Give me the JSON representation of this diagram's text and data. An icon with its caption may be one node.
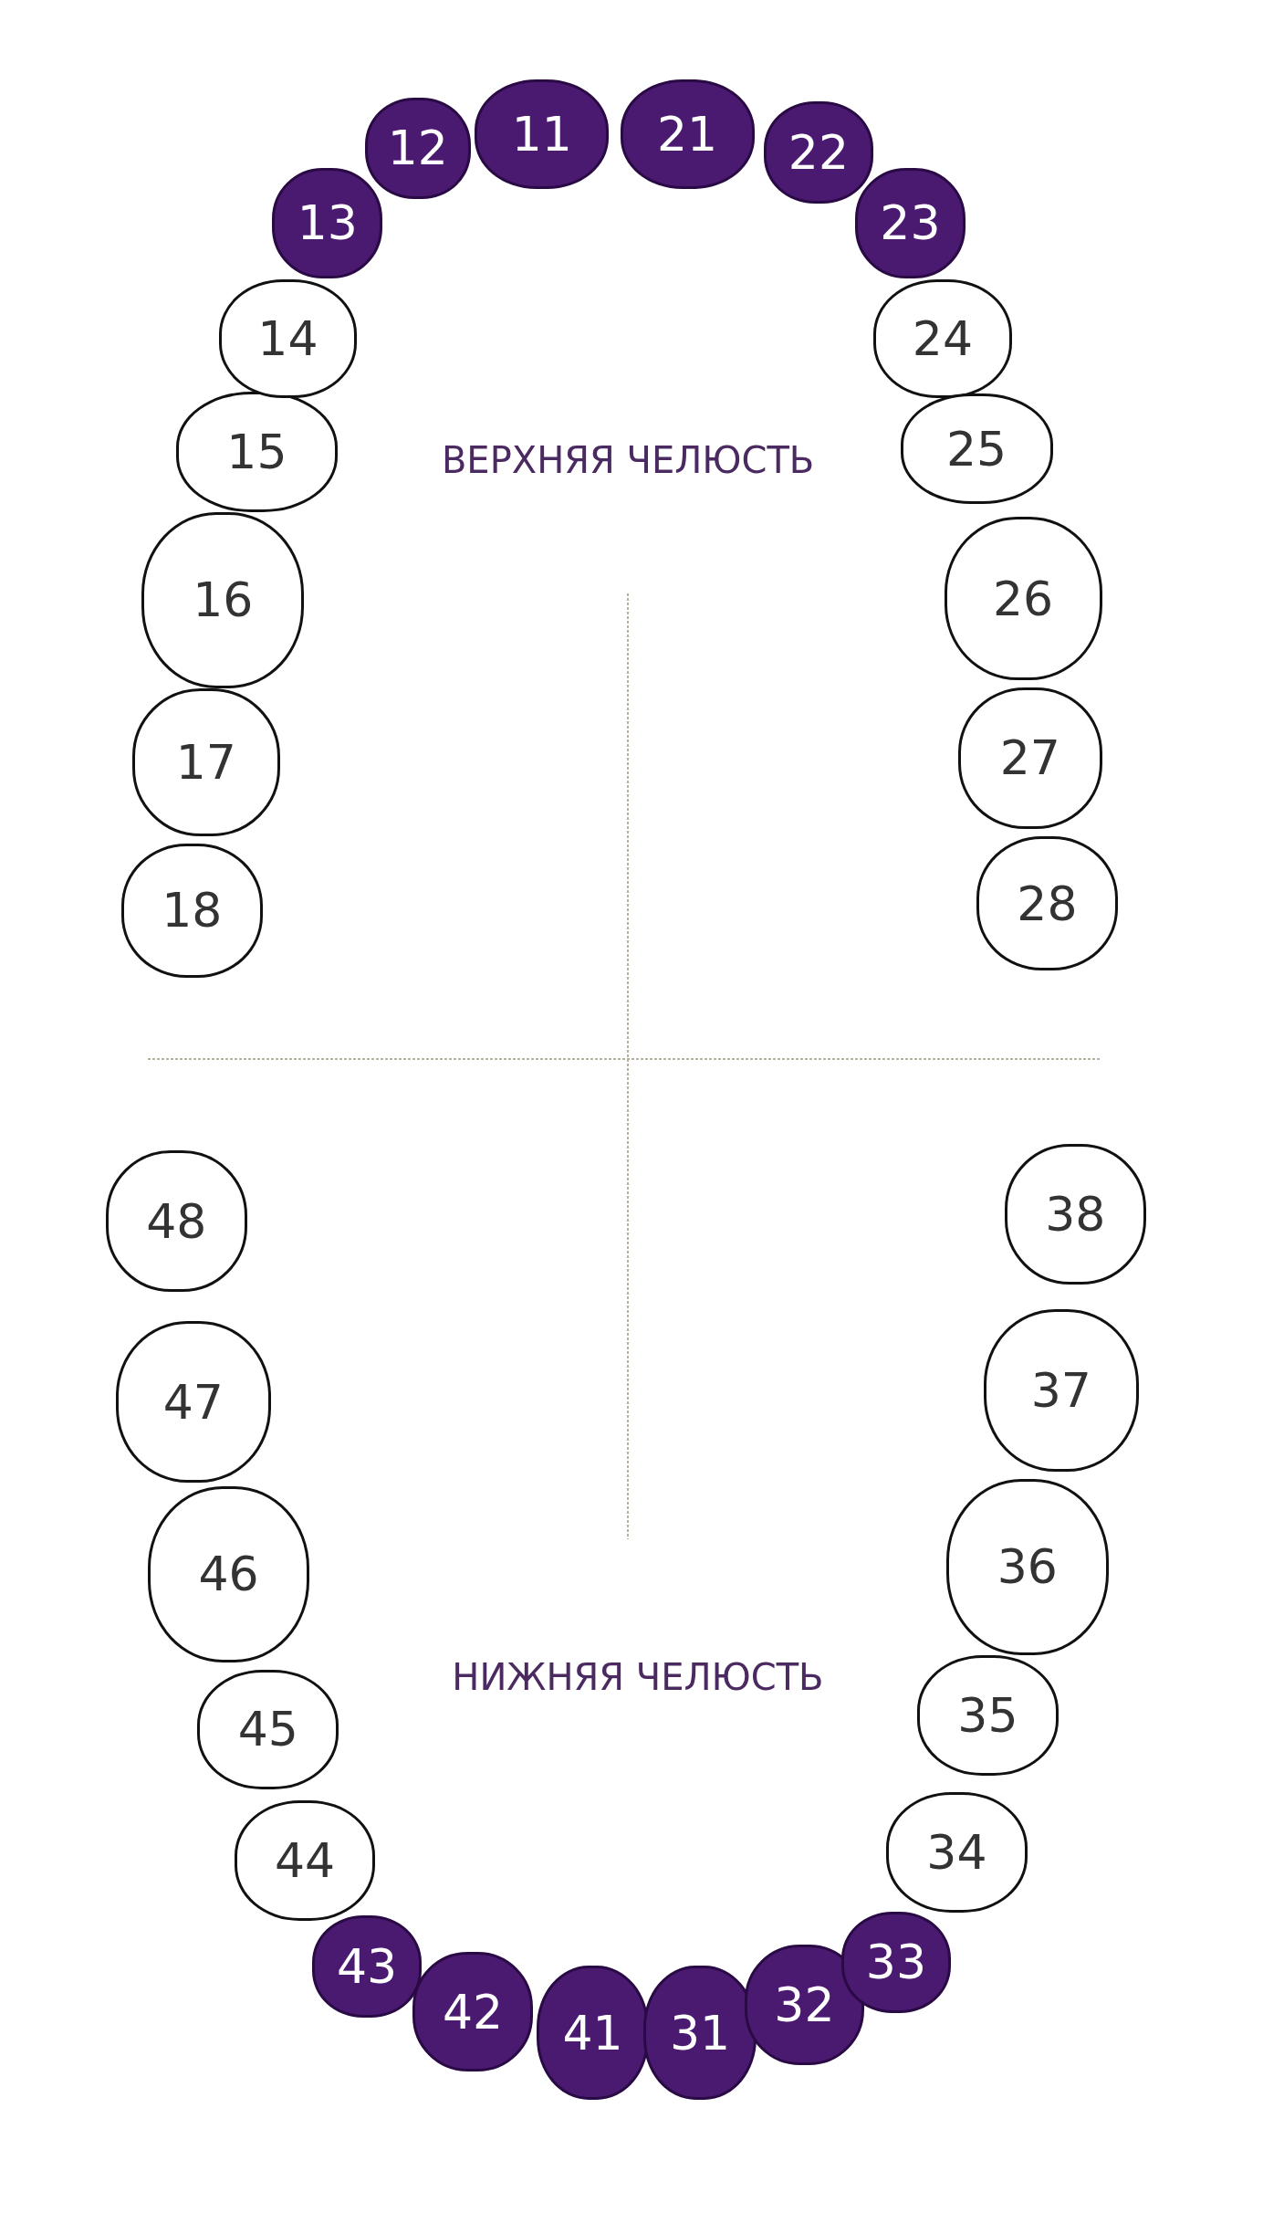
{
  "diagram": {
    "nodes": [
      {
        "text": [
          "18"
        ]
      },
      {
        "text": [
          "17"
        ]
      },
      {
        "text": [
          "16"
        ]
      },
      {
        "text": [
          "15"
        ]
      },
      {
        "text": [
          "14"
        ]
      },
      {
        "text": [
          "13"
        ]
      },
      {
        "text": [
          "12"
        ]
      },
      {
        "text": [
          "11"
        ]
      },
      {
        "text": [
          "21"
        ]
      },
      {
        "text": [
          "22"
        ]
      },
      {
        "text": [
          "23"
        ]
      },
      {
        "text": [
          "24"
        ]
      },
      {
        "text": [
          "25"
        ]
      },
      {
        "text": [
          "26"
        ]
      },
      {
        "text": [
          "27"
        ]
      },
      {
        "text": [
          "28"
        ]
      },
      {
        "text": [
          "48"
        ]
      },
      {
        "text": [
          "47"
        ]
      },
      {
        "text": [
          "46"
        ]
      },
      {
        "text": [
          "45"
        ]
      },
      {
        "text": [
          "44"
        ]
      },
      {
        "text": [
          "43"
        ]
      },
      {
        "text": [
          "42"
        ]
      },
      {
        "text": [
          "41"
        ]
      },
      {
        "text": [
          "31"
        ]
      },
      {
        "text": [
          "32"
        ]
      },
      {
        "text": [
          "33"
        ]
      },
      {
        "text": [
          "34"
        ]
      },
      {
        "text": [
          "35"
        ]
      },
      {
        "text": [
          "36"
        ]
      },
      {
        "text": [
          "37"
        ]
      },
      {
        "text": [
          "38"
        ]
      }
    ],
    "labels": [
      "ВЕРХНЯЯ ЧЕЛЮСТЬ",
      "НИЖНЯЯ ЧЕЛЮСТЬ"
    ]
  }
}
